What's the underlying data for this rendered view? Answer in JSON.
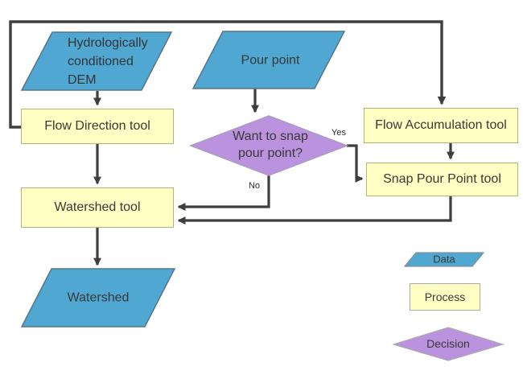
{
  "diagram": {
    "title_hint": "Watershed delineation flowchart",
    "nodes": {
      "dem": {
        "label": "Hydrologically\nconditioned\nDEM",
        "type": "data"
      },
      "pour_point": {
        "label": "Pour point",
        "type": "data"
      },
      "flow_direction": {
        "label": "Flow Direction tool",
        "type": "process"
      },
      "flow_accumulation": {
        "label": "Flow Accumulation tool",
        "type": "process"
      },
      "snap_decision": {
        "label": "Want to snap\npour point?",
        "type": "decision"
      },
      "snap_pour_point": {
        "label": "Snap Pour Point tool",
        "type": "process"
      },
      "watershed_tool": {
        "label": "Watershed tool",
        "type": "process"
      },
      "watershed": {
        "label": "Watershed",
        "type": "data"
      }
    },
    "edge_labels": {
      "yes": "Yes",
      "no": "No"
    },
    "legend": {
      "data": "Data",
      "process": "Process",
      "decision": "Decision"
    },
    "colors": {
      "data_fill": "#4fa7d2",
      "process_fill": "#ffffc3",
      "decision_fill": "#bb92de",
      "connector": "#3e3e3e",
      "text": "#383838"
    }
  }
}
